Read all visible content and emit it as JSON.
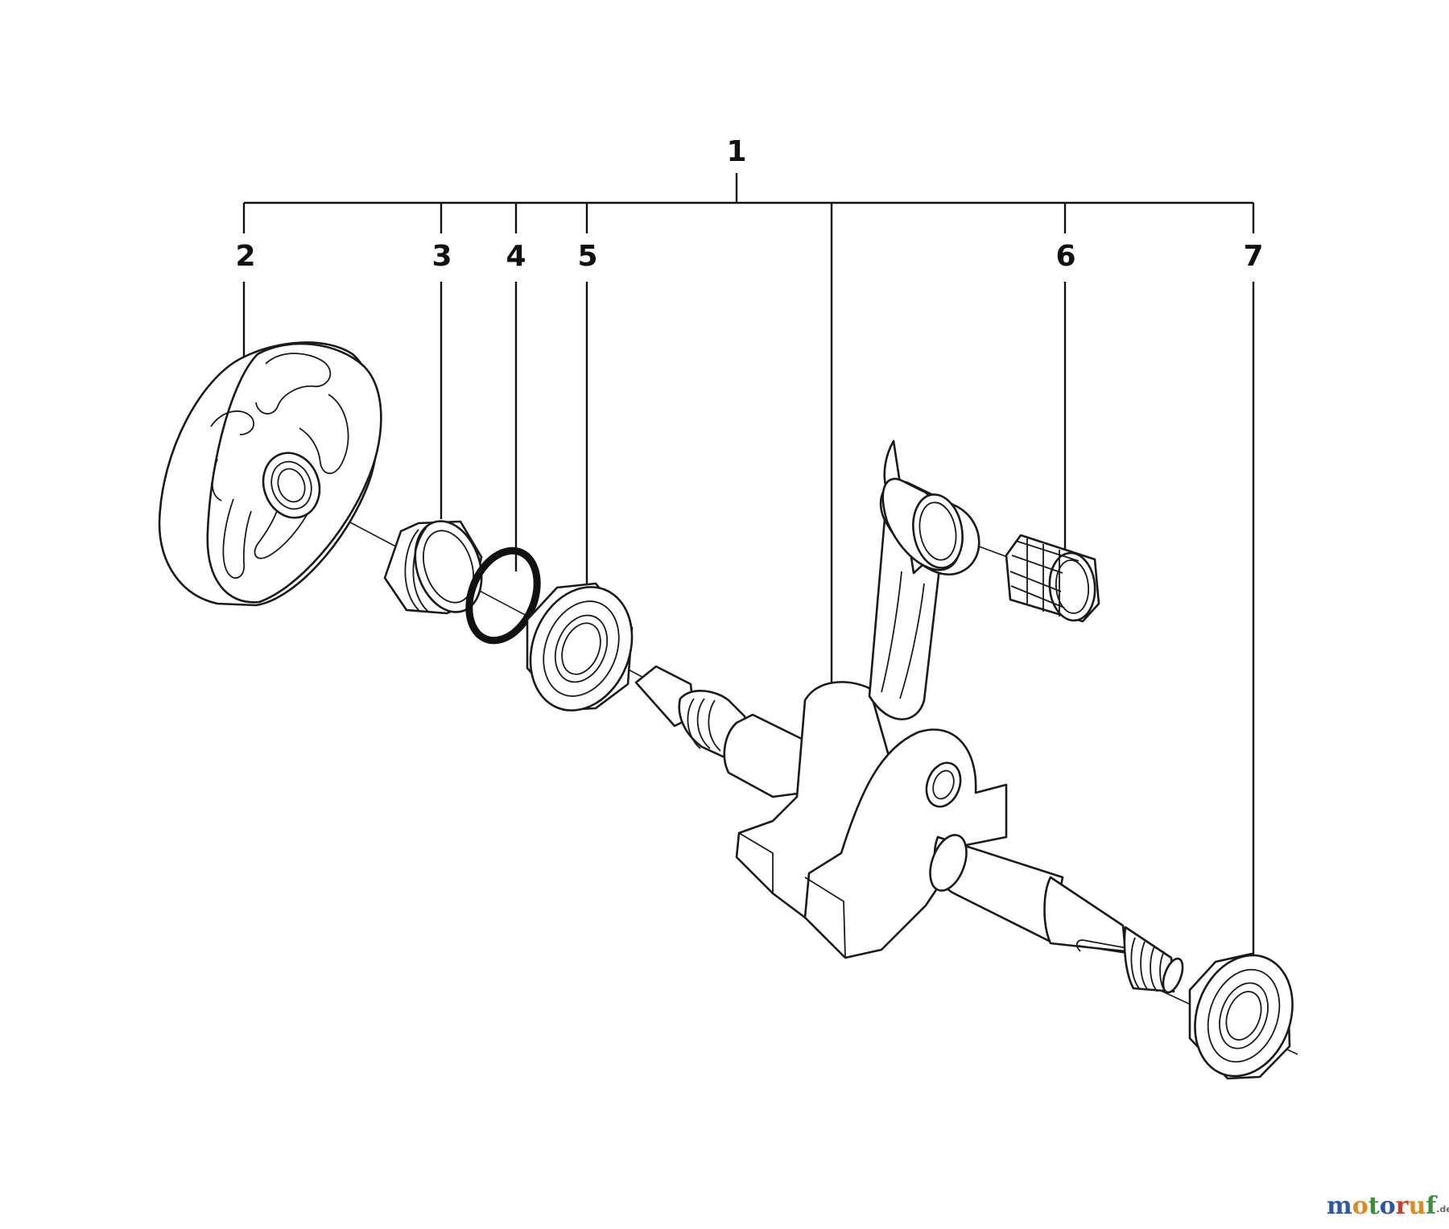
{
  "diagram": {
    "callouts": [
      {
        "id": "c1",
        "label": "1"
      },
      {
        "id": "c2",
        "label": "2"
      },
      {
        "id": "c3",
        "label": "3"
      },
      {
        "id": "c4",
        "label": "4"
      },
      {
        "id": "c5",
        "label": "5"
      },
      {
        "id": "c6",
        "label": "6"
      },
      {
        "id": "c7",
        "label": "7"
      }
    ],
    "line_color": "#111111"
  },
  "watermark": {
    "letters": [
      "m",
      "o",
      "t",
      "o",
      "r",
      "u",
      "f"
    ],
    "letter_colors": [
      "#2f57a8",
      "#e08a1e",
      "#3a8d3a",
      "#2f57a8",
      "#d23a2a",
      "#e08a1e",
      "#3a8d3a"
    ],
    "tld": ".de"
  }
}
